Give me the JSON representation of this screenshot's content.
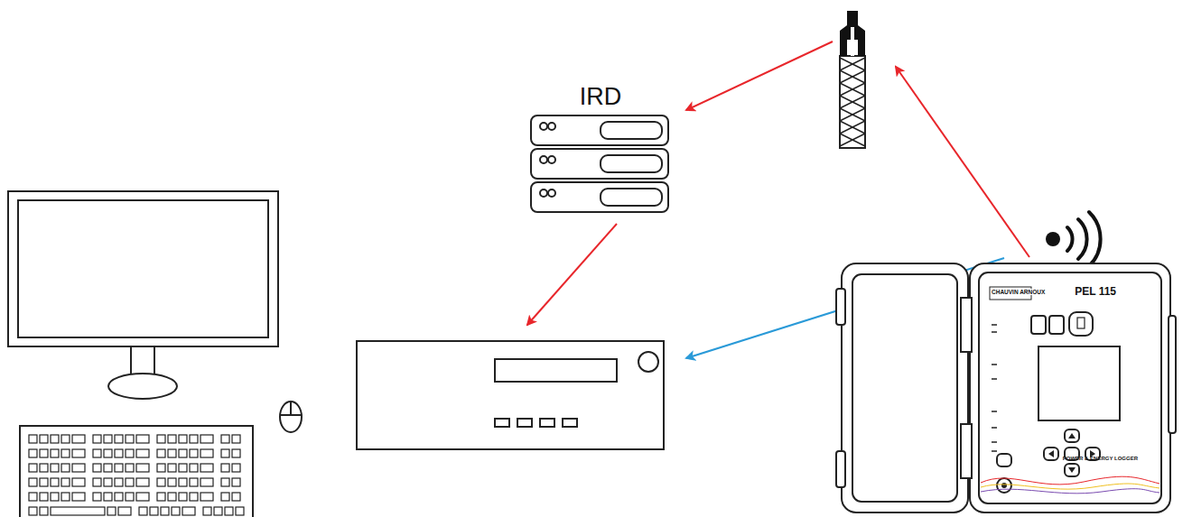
{
  "diagram": {
    "nodes": [
      {
        "text": [
          "IRD"
        ]
      },
      {
        "text": [
          "CHAUVIN ARNOUX",
          "PEL 115",
          "POWER & ENERGY LOGGER"
        ]
      }
    ]
  }
}
